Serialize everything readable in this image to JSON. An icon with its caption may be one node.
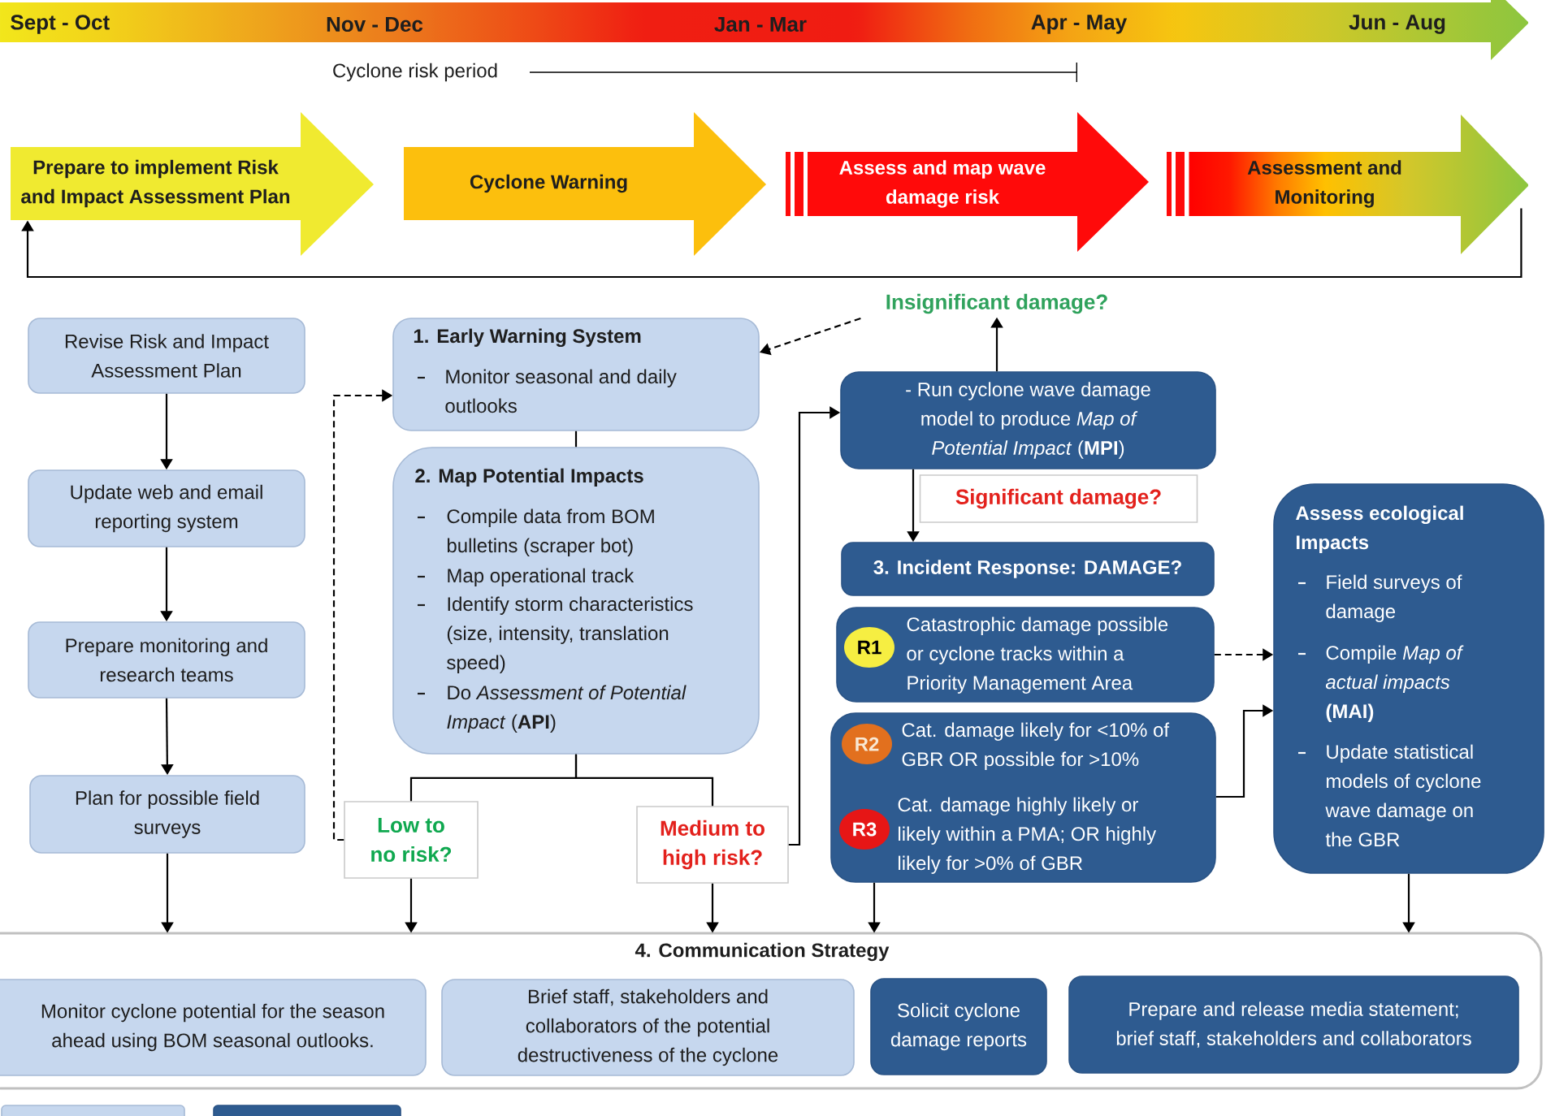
{
  "diagram": {
    "nodes": [
      {
        "text": [
          "Sept - Oct",
          "Nov - Dec",
          "Jan - Mar",
          "Apr - May",
          "Jun - Aug"
        ]
      },
      {
        "text": [
          "Prepare to implement Risk and Impact Assessment Plan"
        ]
      },
      {
        "text": [
          "Cyclone Warning"
        ]
      },
      {
        "text": [
          "Assess and map wave damage risk"
        ]
      },
      {
        "text": [
          "Assessment and Monitoring"
        ]
      },
      {
        "text": [
          "Revise Risk and Impact Assessment Plan"
        ]
      },
      {
        "text": [
          "1. Early Warning System",
          "Monitor seasonal and daily outlooks"
        ]
      },
      {
        "text": [
          "Insignificant damage?"
        ]
      },
      {
        "text": [
          "- Run cyclone wave damage model to produce *Map of Potential Impact* (**MPI**)"
        ]
      },
      {
        "text": [
          "Update web and email reporting system"
        ]
      },
      {
        "text": [
          "2. Map Potential Impacts",
          "Compile data from BOM bulletins (scraper bot)",
          "Map operational track",
          "Identify storm characteristics (size, intensity, translation speed)",
          "Do *Assessment of Potential Impact* (**API**)"
        ]
      },
      {
        "text": [
          "3. Incident Response: DAMAGE?"
        ]
      },
      {
        "text": [
          "Assess ecological Impacts",
          "Field surveys of damage",
          "Compile *Map of actual impacts* **(MAI)**",
          "Update statistical models of cyclone wave damage on the GBR"
        ]
      },
      {
        "text": [
          "Catastrophic damage possible or cyclone tracks within a Priority Management Area"
        ]
      },
      {
        "text": [
          "R1"
        ],
        "in": 13
      },
      {
        "text": [
          "Prepare monitoring and research teams"
        ]
      },
      {
        "text": [
          "Cat. damage likely for <10% of GBR OR possible for >10%",
          "Cat. damage highly likely or likely within a PMA; OR highly likely for >0% of GBR"
        ]
      },
      {
        "text": [
          "R2"
        ],
        "in": 16
      },
      {
        "text": [
          "R3"
        ],
        "in": 16
      },
      {
        "text": [
          "Plan for possible field surveys"
        ]
      },
      {
        "text": [
          "Low to no risk?"
        ]
      },
      {
        "text": [
          "Medium to high risk?"
        ]
      },
      {
        "text": [
          "4. Communication Strategy"
        ]
      },
      {
        "text": [
          "Monitor cyclone potential for the season ahead using BOM seasonal outlooks."
        ],
        "in": 22
      },
      {
        "text": [
          "Brief staff, stakeholders and collaborators of the potential destructiveness of the cyclone"
        ],
        "in": 22
      },
      {
        "text": [
          "Solicit cyclone damage reports"
        ],
        "in": 22
      },
      {
        "text": [
          "Prepare and release media statement; brief staff, stakeholders and collaborators"
        ],
        "in": 22
      },
      {
        "text": [],
        "shape": "box"
      },
      {
        "text": [],
        "shape": "box"
      }
    ],
    "edges": [
      {
        "from": 4,
        "to": 1,
        "arrow": "to"
      },
      {
        "from": 5,
        "to": 9,
        "arrow": "to"
      },
      {
        "from": 9,
        "to": 15,
        "arrow": "to"
      },
      {
        "from": 15,
        "to": 19,
        "arrow": "to"
      },
      {
        "from": 19,
        "to": 22,
        "arrow": "to"
      },
      {
        "from": 6,
        "to": 10,
        "arrow": "none"
      },
      {
        "from": 10,
        "to": 20,
        "arrow": "none"
      },
      {
        "from": 10,
        "to": 21,
        "arrow": "none"
      },
      {
        "from": 20,
        "to": 22,
        "arrow": "to"
      },
      {
        "from": 21,
        "to": 22,
        "arrow": "to"
      },
      {
        "from": 20,
        "to": 6,
        "arrow": "to",
        "style": "dashed"
      },
      {
        "from": 21,
        "to": 8,
        "arrow": "to"
      },
      {
        "from": 8,
        "to": 7,
        "arrow": "to"
      },
      {
        "from": 7,
        "to": 6,
        "arrow": "to",
        "style": "dashed"
      },
      {
        "from": 8,
        "to": 11,
        "arrow": "to",
        "label": "Significant damage?"
      },
      {
        "from": 13,
        "to": 12,
        "arrow": "to",
        "style": "dashed"
      },
      {
        "from": 16,
        "to": 12,
        "arrow": "to"
      },
      {
        "from": 16,
        "to": 22,
        "arrow": "to"
      },
      {
        "from": 12,
        "to": 22,
        "arrow": "to"
      }
    ],
    "labels": [
      "Cyclone risk period"
    ]
  }
}
